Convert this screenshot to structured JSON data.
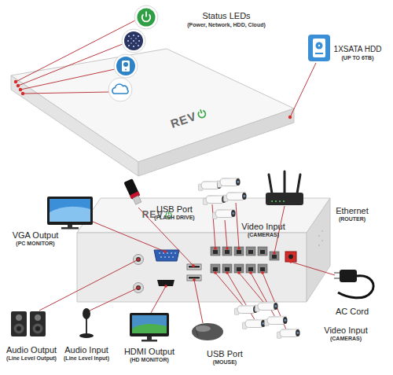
{
  "diagram": {
    "nodes": [
      {
        "text": [
          "REV"
        ]
      },
      {
        "text": [
          "REV"
        ]
      }
    ],
    "labels": [
      "Status LEDs",
      "(Power, Network, HDD, Cloud)",
      "1XSATA HDD",
      "(UP TO 6TB)",
      "VGA Output",
      "(PC MONITOR)",
      "USB Port",
      "(FLASH DRIVE)",
      "Video Input",
      "(CAMERAS)",
      "Ethernet",
      "(ROUTER)",
      "AC Cord",
      "Audio Output",
      "(Line Level Output)",
      "Audio Input",
      "(Line Level Input)",
      "HDMI Output",
      "(HD MONITOR)",
      "USB Port",
      "(MOUSE)",
      "Video Input",
      "(CAMERAS)"
    ]
  }
}
